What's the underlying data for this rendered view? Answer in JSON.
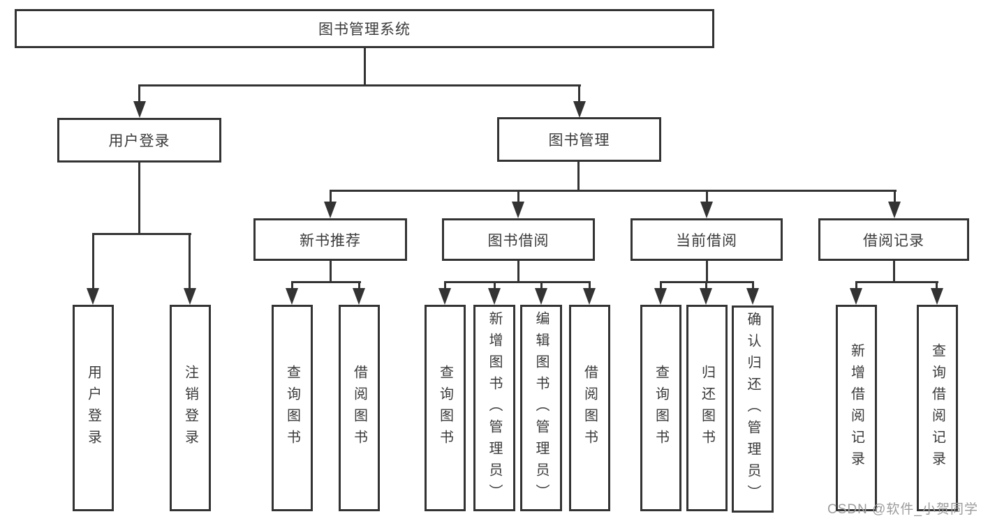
{
  "tree": {
    "root": {
      "label": "图书管理系统"
    },
    "branches": [
      {
        "label": "用户登录",
        "children": [
          {
            "label": "用户登录"
          },
          {
            "label": "注销登录"
          }
        ]
      },
      {
        "label": "图书管理",
        "children": [
          {
            "label": "新书推荐",
            "children": [
              {
                "label": "查询图书"
              },
              {
                "label": "借阅图书"
              }
            ]
          },
          {
            "label": "图书借阅",
            "children": [
              {
                "label": "查询图书"
              },
              {
                "label": "新增图书（管理员）"
              },
              {
                "label": "编辑图书（管理员）"
              },
              {
                "label": "借阅图书"
              }
            ]
          },
          {
            "label": "当前借阅",
            "children": [
              {
                "label": "查询图书"
              },
              {
                "label": "归还图书"
              },
              {
                "label": "确认归还（管理员）"
              }
            ]
          },
          {
            "label": "借阅记录",
            "children": [
              {
                "label": "新增借阅记录"
              },
              {
                "label": "查询借阅记录"
              }
            ]
          }
        ]
      }
    ]
  },
  "watermark": {
    "text": "CSDN @软件_小贺同学"
  },
  "colors": {
    "line": "#333333",
    "box_background": "#ffffff",
    "watermark": "#9c9c9c"
  }
}
